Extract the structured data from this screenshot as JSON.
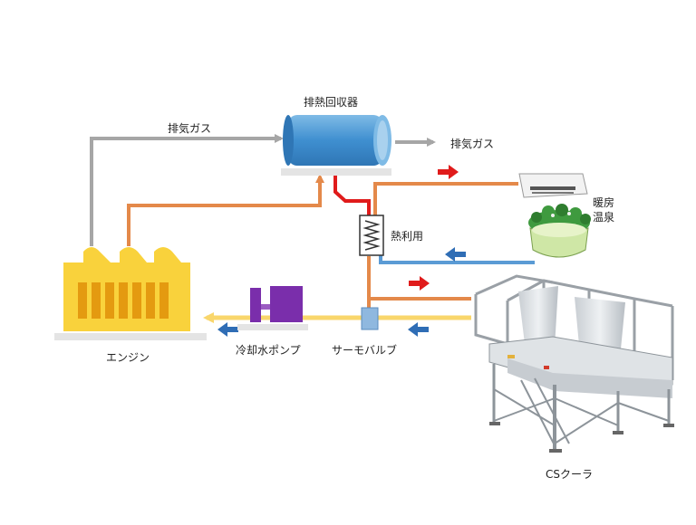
{
  "labels": {
    "exhaust_gas_left": "排気ガス",
    "exhaust_gas_right": "排気ガス",
    "heat_recovery": "排熱回収器",
    "heat_use": "熱利用",
    "heating_hot_spring": "暖房温泉",
    "engine": "エンジン",
    "pump": "冷却水ポンプ",
    "thermo_valve": "サーモバルブ",
    "cs_cooler": "CSクーラ"
  },
  "colors": {
    "gray_line": "#a6a6a6",
    "orange_line": "#e4894a",
    "yellow_line": "#f9d66b",
    "blue_line": "#5b9bd5",
    "red_line": "#e01b1b",
    "arrow_red": "#e01b1b",
    "arrow_blue": "#2f6db5",
    "engine_fill": "#f9d23c",
    "engine_slot": "#e49a10",
    "tank_fill": "#4a9bd6",
    "pump_purple": "#7a2eab",
    "valve_blue": "#8fb8df"
  },
  "icons": {
    "heat_exchanger": "heat-exchanger-coil-icon",
    "ceiling_ac": "ceiling-air-conditioner-icon",
    "hot_spring": "hot-spring-bath-icon",
    "cooler": "cs-cooler-unit-icon"
  }
}
